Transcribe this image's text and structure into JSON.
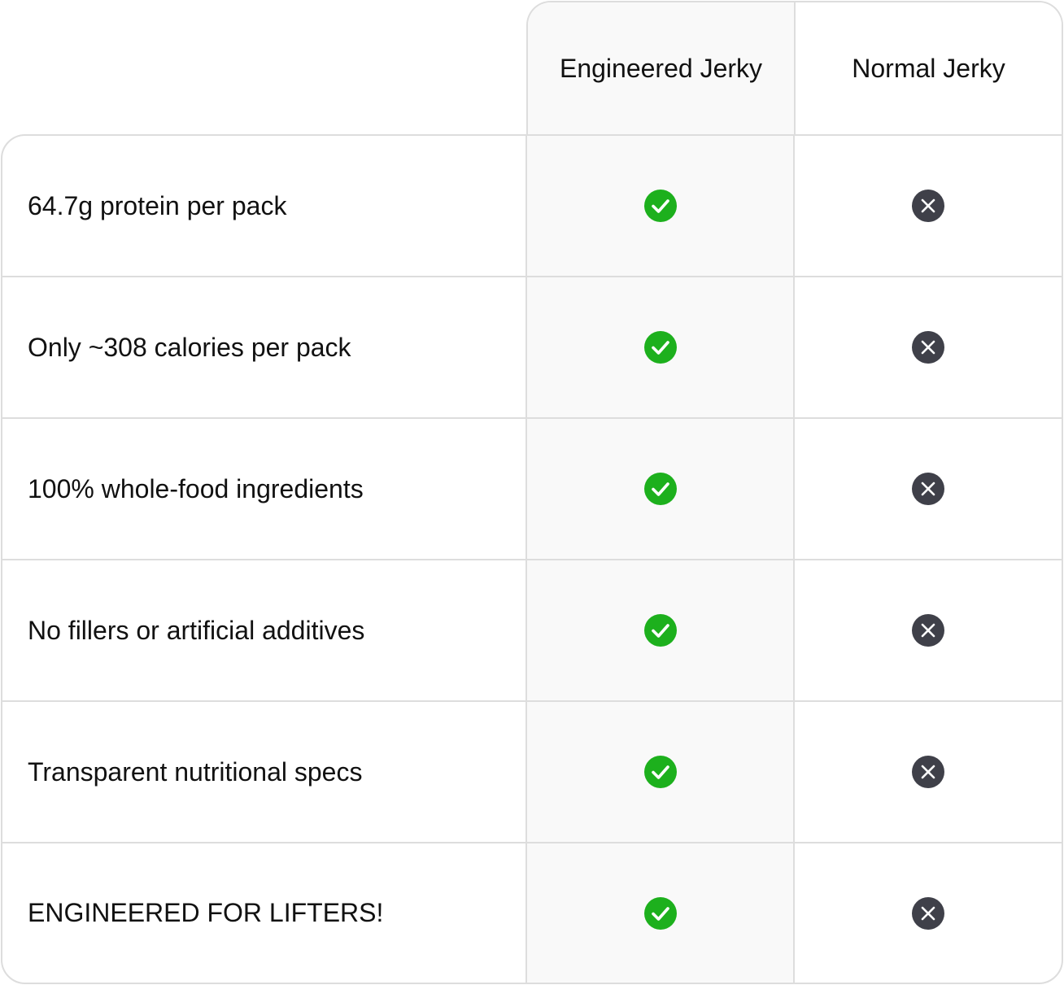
{
  "columns": {
    "feature": "",
    "engineered": "Engineered Jerky",
    "normal": "Normal Jerky"
  },
  "colors": {
    "check": "#1db01d",
    "cross": "#3f4049",
    "border": "#dddddd",
    "highlight_column": "#f9f9f9"
  },
  "icons": {
    "engineered": "check-circle-icon",
    "normal": "x-circle-icon"
  },
  "rows": [
    {
      "feature": "64.7g protein per pack",
      "engineered": true,
      "normal": false
    },
    {
      "feature": "Only ~308 calories per pack",
      "engineered": true,
      "normal": false
    },
    {
      "feature": "100% whole-food ingredients",
      "engineered": true,
      "normal": false
    },
    {
      "feature": "No fillers or artificial additives",
      "engineered": true,
      "normal": false
    },
    {
      "feature": "Transparent nutritional specs",
      "engineered": true,
      "normal": false
    },
    {
      "feature": "ENGINEERED FOR LIFTERS!",
      "engineered": true,
      "normal": false
    }
  ]
}
